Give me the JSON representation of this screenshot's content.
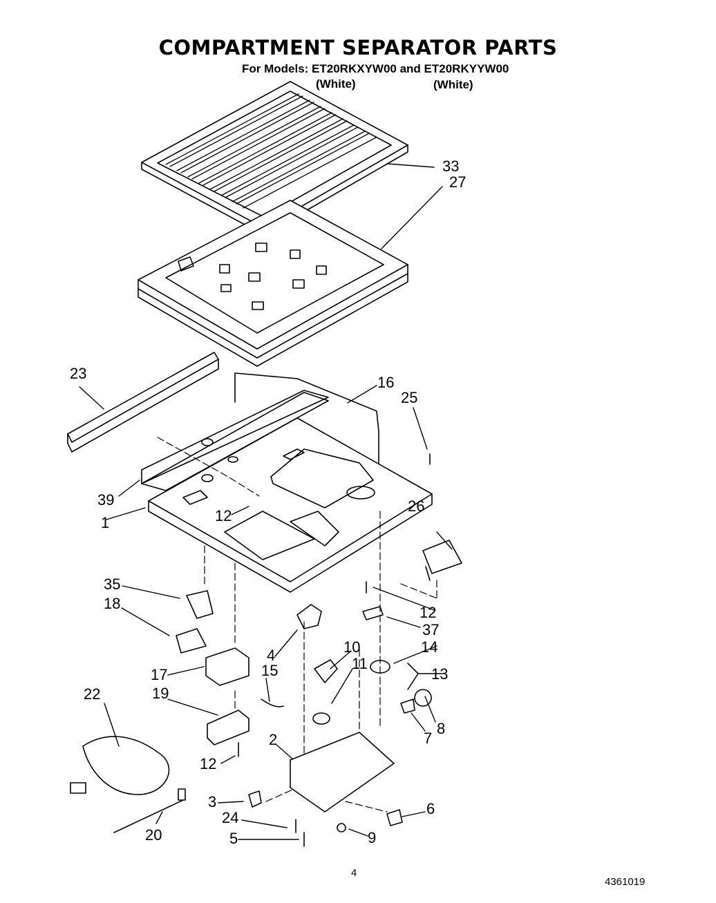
{
  "header": {
    "title": "COMPARTMENT SEPARATOR PARTS",
    "models_line": "For Models: ET20RKXYW00 and ET20RKYYW00",
    "color_a": "(White)",
    "color_b": "(White)"
  },
  "callouts": {
    "c33": "33",
    "c27": "27",
    "c23": "23",
    "c16": "16",
    "c25": "25",
    "c39": "39",
    "c12a": "12",
    "c1": "1",
    "c26": "26",
    "c35": "35",
    "c18": "18",
    "c12b": "12",
    "c37": "37",
    "c4": "4",
    "c10": "10",
    "c14": "14",
    "c17": "17",
    "c15": "15",
    "c11": "11",
    "c13": "13",
    "c22": "22",
    "c19": "19",
    "c8": "8",
    "c7": "7",
    "c2": "2",
    "c12c": "12",
    "c3": "3",
    "c6": "6",
    "c24": "24",
    "c20": "20",
    "c5": "5",
    "c9": "9"
  },
  "footer": {
    "page_number": "4",
    "document_number": "4361019"
  }
}
